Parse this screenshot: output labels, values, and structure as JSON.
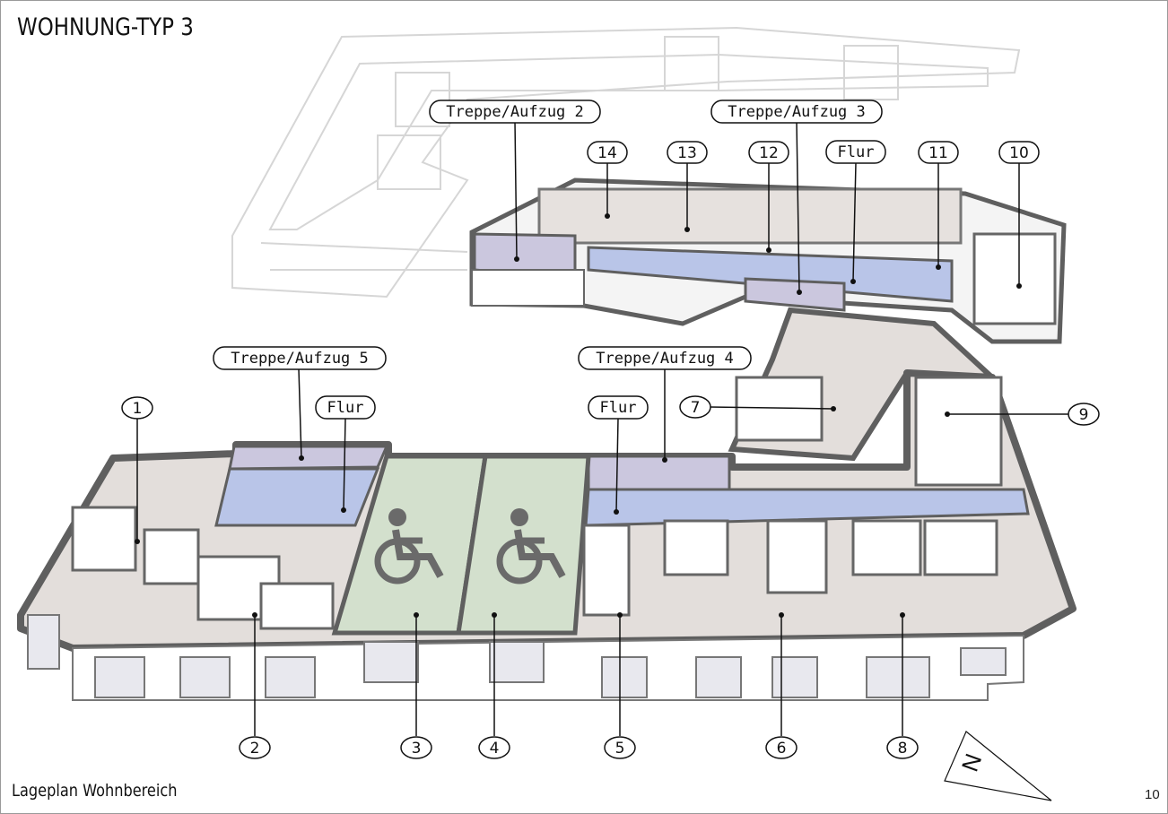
{
  "title": "WOHNUNG-TYP 3",
  "footer": "Lageplan Wohnbereich",
  "page_number": "10",
  "north_arrow": "N",
  "labels": {
    "stair2": "Treppe/Aufzug 2",
    "stair3": "Treppe/Aufzug 3",
    "stair4": "Treppe/Aufzug 4",
    "stair5": "Treppe/Aufzug 5",
    "flur_upper": "Flur",
    "flur_left": "Flur",
    "flur_mid": "Flur"
  },
  "rooms": {
    "r1": "1",
    "r2": "2",
    "r3": "3",
    "r4": "4",
    "r5": "5",
    "r6": "6",
    "r7": "7",
    "r8": "8",
    "r9": "9",
    "r10": "10",
    "r11": "11",
    "r12": "12",
    "r13": "13",
    "r14": "14"
  },
  "colors": {
    "corridor": "#b9c5e8",
    "stair": "#cbc7de",
    "accessible": "#d3e0cd",
    "floor": "#e3dedb",
    "wall": "#5f5f5f"
  }
}
